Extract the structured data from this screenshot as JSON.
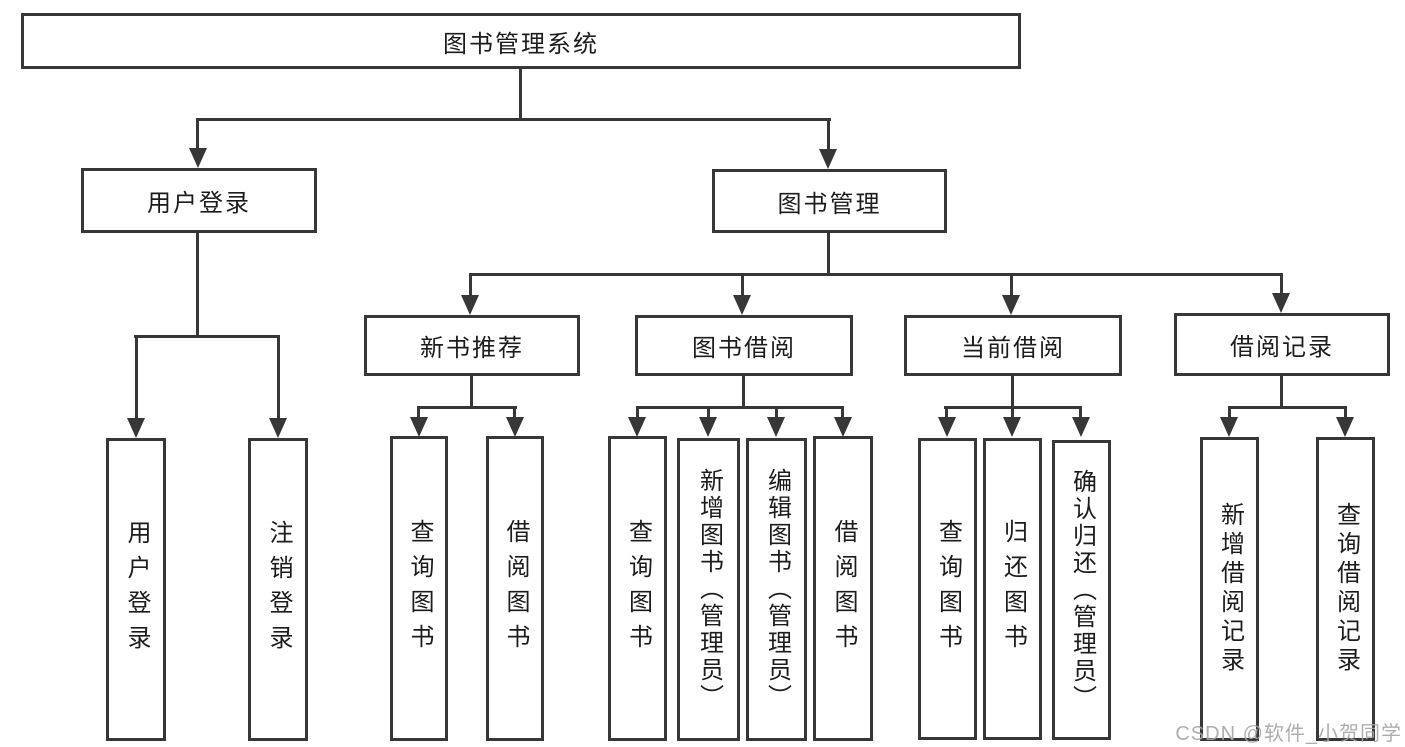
{
  "colors": {
    "background": "#ffffff",
    "line": "#373737",
    "box_border": "#373737",
    "text": "#1c1c1c",
    "watermark": "#a6a6a6"
  },
  "nodes": {
    "root": "图书管理系统",
    "user_login": "用户登录",
    "book_management": "图书管理",
    "new_book_recommend": "新书推荐",
    "book_borrow": "图书借阅",
    "current_borrow": "当前借阅",
    "borrow_records": "借阅记录",
    "leaf_user_login": "用户登录",
    "leaf_logout": "注销登录",
    "leaf_query_book_recommend": "查询图书",
    "leaf_borrow_book_recommend": "借阅图书",
    "leaf_query_book_borrow": "查询图书",
    "leaf_add_book_admin": "新增图书（管理员）",
    "leaf_edit_book_admin": "编辑图书（管理员）",
    "leaf_borrow_book_borrow": "借阅图书",
    "leaf_query_book_current": "查询图书",
    "leaf_return_book": "归还图书",
    "leaf_confirm_return_admin": "确认归还（管理员）",
    "leaf_add_borrow_record": "新增借阅记录",
    "leaf_query_borrow_record": "查询借阅记录"
  },
  "watermark": "CSDN @软件_小贺同学"
}
